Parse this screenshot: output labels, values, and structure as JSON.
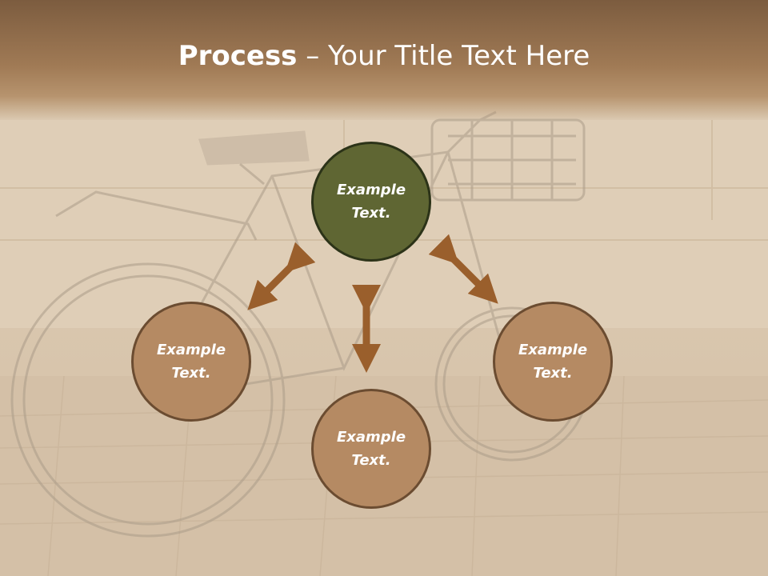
{
  "slide": {
    "title_bold": "Process",
    "title_rest": " – Your Title Text Here"
  },
  "colors": {
    "title_band": "#8a6645",
    "center_circle": "#5f6633",
    "outer_circle": "#b58a63",
    "arrow": "#9a5f2c"
  },
  "diagram": {
    "nodes": [
      {
        "id": "top",
        "line1": "Example",
        "line2": "Text."
      },
      {
        "id": "left",
        "line1": "Example",
        "line2": "Text."
      },
      {
        "id": "bottom",
        "line1": "Example",
        "line2": "Text."
      },
      {
        "id": "right",
        "line1": "Example",
        "line2": "Text."
      }
    ]
  }
}
